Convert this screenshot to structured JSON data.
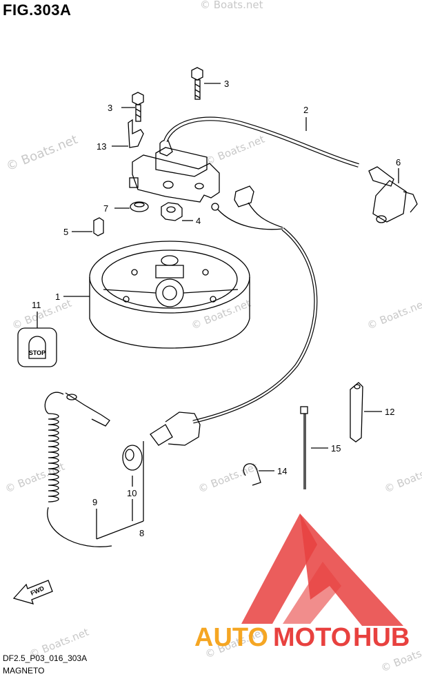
{
  "header": {
    "figure_label": "FIG.303A"
  },
  "footer": {
    "drawing_code": "DF2.5_P03_016_303A",
    "section_name": "MAGNETO"
  },
  "watermark": {
    "text": "© Boats.net"
  },
  "brand": {
    "part1": "AUTO",
    "part2": "MOTO",
    "part3": "HUB",
    "color_red": "#e8413f",
    "color_orange": "#f5a623"
  },
  "stop_label": "STOP",
  "fwd_label": "FWD",
  "callouts": [
    {
      "id": "c1",
      "label": "1"
    },
    {
      "id": "c2",
      "label": "2"
    },
    {
      "id": "c3a",
      "label": "3"
    },
    {
      "id": "c3b",
      "label": "3"
    },
    {
      "id": "c4",
      "label": "4"
    },
    {
      "id": "c5",
      "label": "5"
    },
    {
      "id": "c6",
      "label": "6"
    },
    {
      "id": "c7",
      "label": "7"
    },
    {
      "id": "c8",
      "label": "8"
    },
    {
      "id": "c9",
      "label": "9"
    },
    {
      "id": "c10",
      "label": "10"
    },
    {
      "id": "c11",
      "label": "11"
    },
    {
      "id": "c12",
      "label": "12"
    },
    {
      "id": "c13",
      "label": "13"
    },
    {
      "id": "c14",
      "label": "14"
    },
    {
      "id": "c15",
      "label": "15"
    }
  ]
}
